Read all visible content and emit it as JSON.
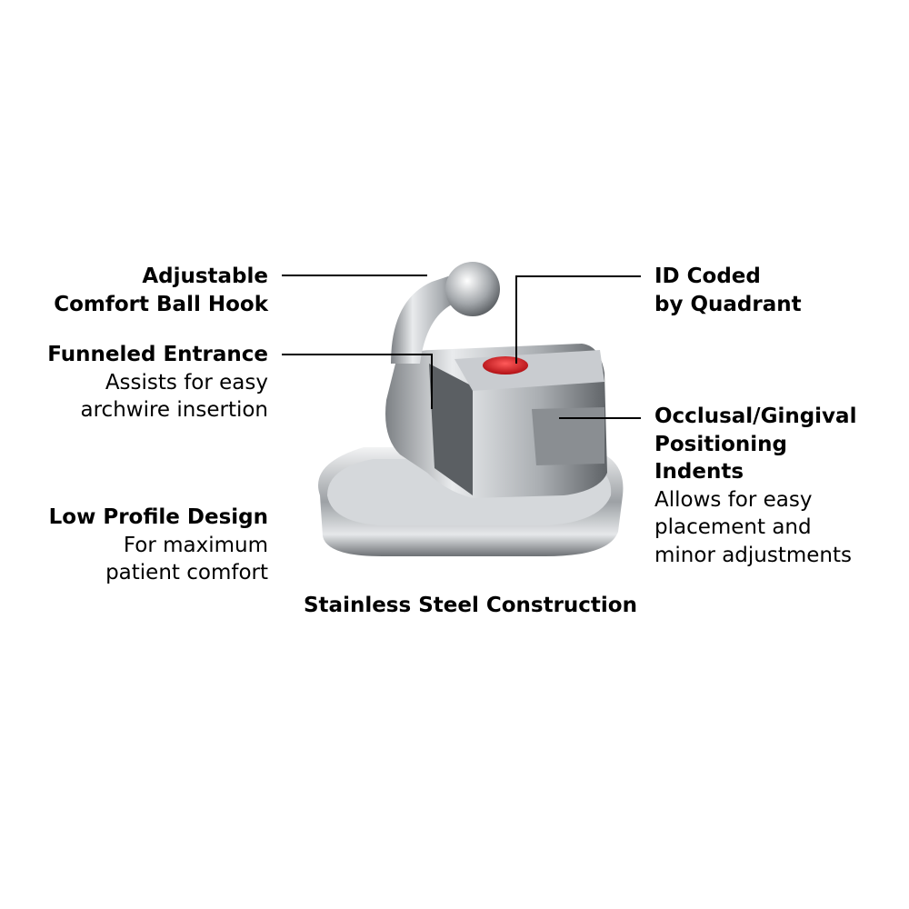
{
  "callouts": {
    "ball_hook": {
      "title": [
        "Adjustable",
        "Comfort Ball Hook"
      ]
    },
    "funneled": {
      "title": "Funneled Entrance",
      "desc": [
        "Assists for easy",
        "archwire insertion"
      ]
    },
    "low_profile": {
      "title": "Low Profile Design",
      "desc": [
        "For maximum",
        "patient comfort"
      ]
    },
    "id_coded": {
      "title": [
        "ID Coded",
        "by Quadrant"
      ]
    },
    "indents": {
      "title": [
        "Occlusal/Gingival",
        "Positioning",
        "Indents"
      ],
      "desc": [
        "Allows for easy",
        "placement and",
        "minor adjustments"
      ]
    }
  },
  "caption": "Stainless Steel Construction",
  "colors": {
    "id_dot": "#d0161c",
    "steel": "#b8bcc0"
  }
}
